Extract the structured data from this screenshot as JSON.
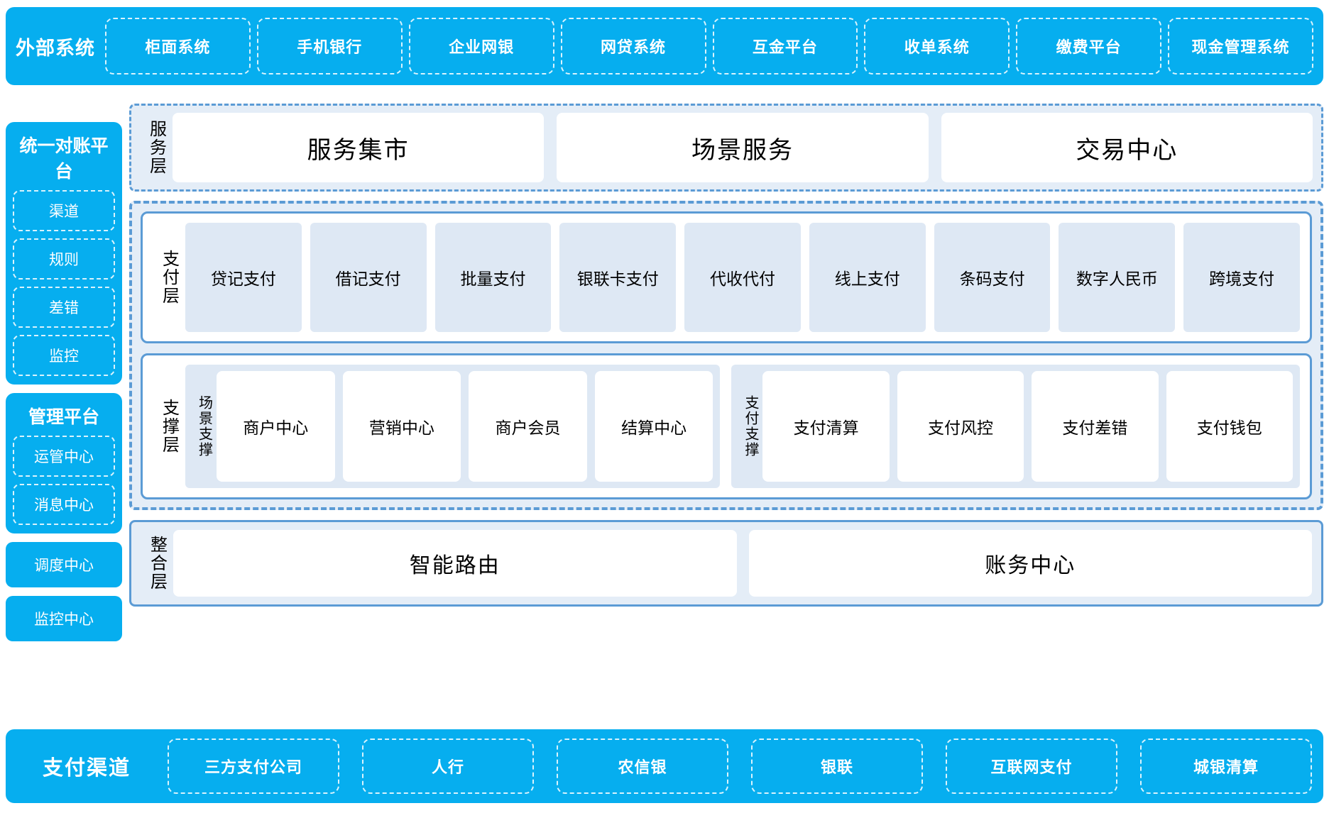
{
  "external": {
    "title": "外部系统",
    "systems": [
      "柜面系统",
      "手机银行",
      "企业网银",
      "网贷系统",
      "互金平台",
      "收单系统",
      "缴费平台",
      "现金管理系统"
    ]
  },
  "left": {
    "reconciliation": {
      "title": "统一对账平台",
      "items": [
        "渠道",
        "规则",
        "差错",
        "监控"
      ]
    },
    "management": {
      "title": "管理平台",
      "items": [
        "运管中心",
        "消息中心"
      ]
    },
    "standalone": [
      "调度中心",
      "监控中心"
    ]
  },
  "service_layer": {
    "label": "服务层",
    "cards": [
      "服务集市",
      "场景服务",
      "交易中心"
    ]
  },
  "payment_layer": {
    "label": "支付层",
    "cards": [
      "贷记支付",
      "借记支付",
      "批量支付",
      "银联卡支付",
      "代收代付",
      "线上支付",
      "条码支付",
      "数字人民币",
      "跨境支付"
    ]
  },
  "support_layer": {
    "label": "支撑层",
    "groups": [
      {
        "label": "场景支撑",
        "cards": [
          "商户中心",
          "营销中心",
          "商户会员",
          "结算中心"
        ]
      },
      {
        "label": "支付支撑",
        "cards": [
          "支付清算",
          "支付风控",
          "支付差错",
          "支付钱包"
        ]
      }
    ]
  },
  "integration_layer": {
    "label": "整合层",
    "cards": [
      "智能路由",
      "账务中心"
    ]
  },
  "channels": {
    "title": "支付渠道",
    "items": [
      "三方支付公司",
      "人行",
      "农信银",
      "银联",
      "互联网支付",
      "城银清算"
    ]
  },
  "colors": {
    "brand_blue": "#06AEEF",
    "layer_border": "#5B9BD5",
    "layer_bg": "#E4EDF7",
    "card_bg": "#DEE8F4",
    "white": "#FFFFFF"
  }
}
